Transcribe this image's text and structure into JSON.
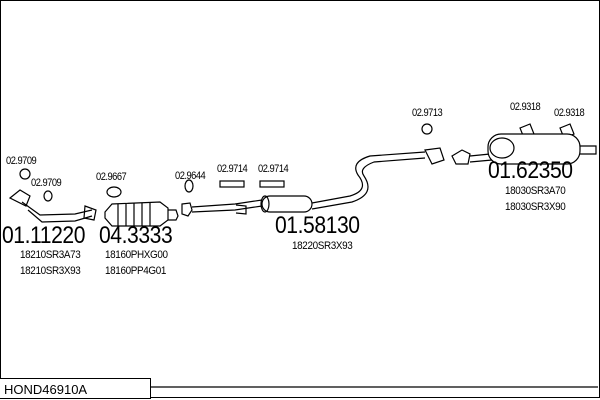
{
  "diagram_code": "HOND46910A",
  "parts": [
    {
      "number": "01.11220",
      "oem": [
        "18210SR3A73",
        "18210SR3X93"
      ]
    },
    {
      "number": "04.3333",
      "oem": [
        "18160PHXG00",
        "18160PP4G01"
      ]
    },
    {
      "number": "01.58130",
      "oem": [
        "18220SR3X93"
      ]
    },
    {
      "number": "01.62350",
      "oem": [
        "18030SR3A70",
        "18030SR3X90"
      ]
    }
  ],
  "accessories": [
    "02.9709",
    "02.9709",
    "02.9667",
    "02.9644",
    "02.9714",
    "02.9714",
    "02.9713",
    "02.9318",
    "02.9318"
  ]
}
